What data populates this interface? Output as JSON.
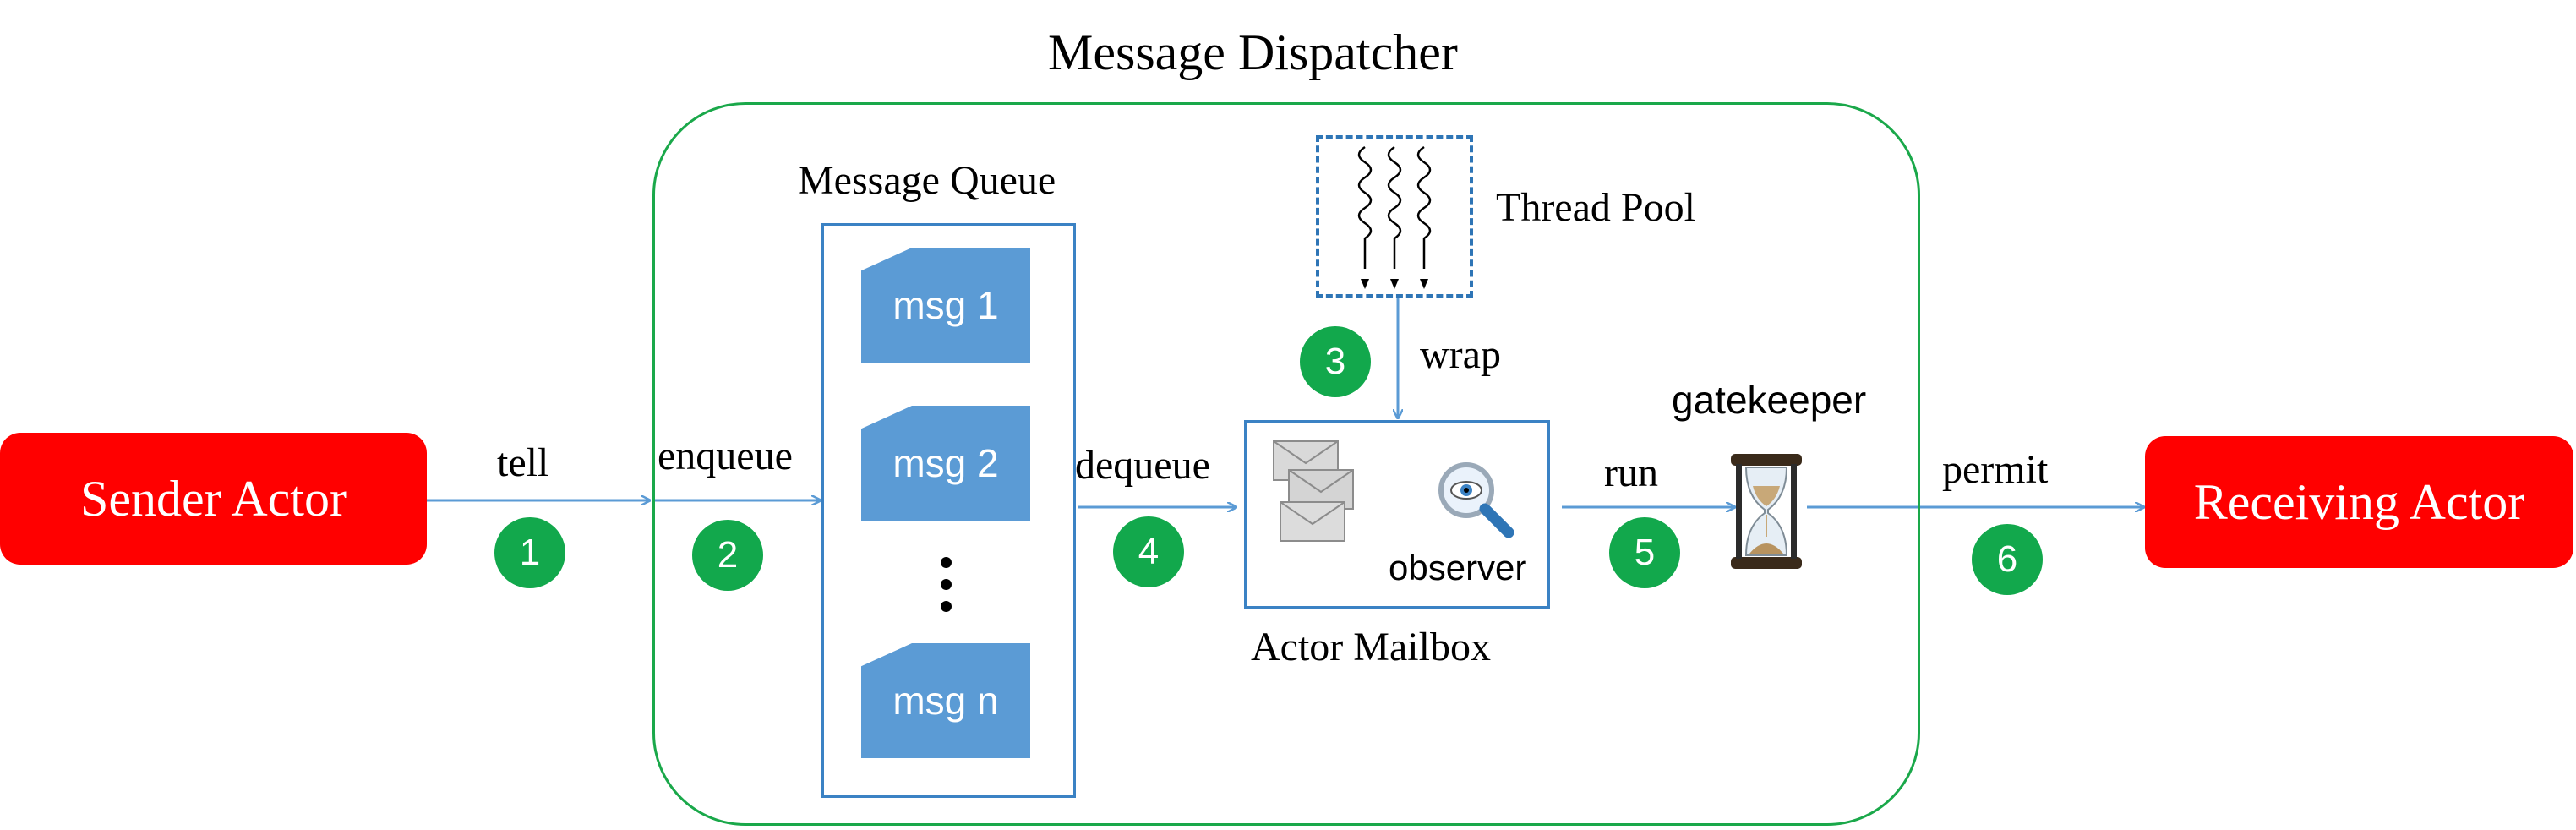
{
  "title": "Message Dispatcher",
  "sender": "Sender Actor",
  "receiver": "Receiving Actor",
  "queue": {
    "label": "Message Queue",
    "messages": [
      "msg 1",
      "msg 2",
      "msg n"
    ]
  },
  "thread_pool": "Thread Pool",
  "mailbox": {
    "label": "Actor Mailbox",
    "observer": "observer"
  },
  "gatekeeper": "gatekeeper",
  "steps": [
    {
      "num": "1",
      "label": "tell"
    },
    {
      "num": "2",
      "label": "enqueue"
    },
    {
      "num": "3",
      "label": "wrap"
    },
    {
      "num": "4",
      "label": "dequeue"
    },
    {
      "num": "5",
      "label": "run"
    },
    {
      "num": "6",
      "label": "permit"
    }
  ],
  "colors": {
    "actor": "#ff0000",
    "badge": "#12a84c",
    "dispatcher_border": "#1aa84a",
    "message": "#5b9bd5",
    "arrow": "#5b9bd5"
  }
}
